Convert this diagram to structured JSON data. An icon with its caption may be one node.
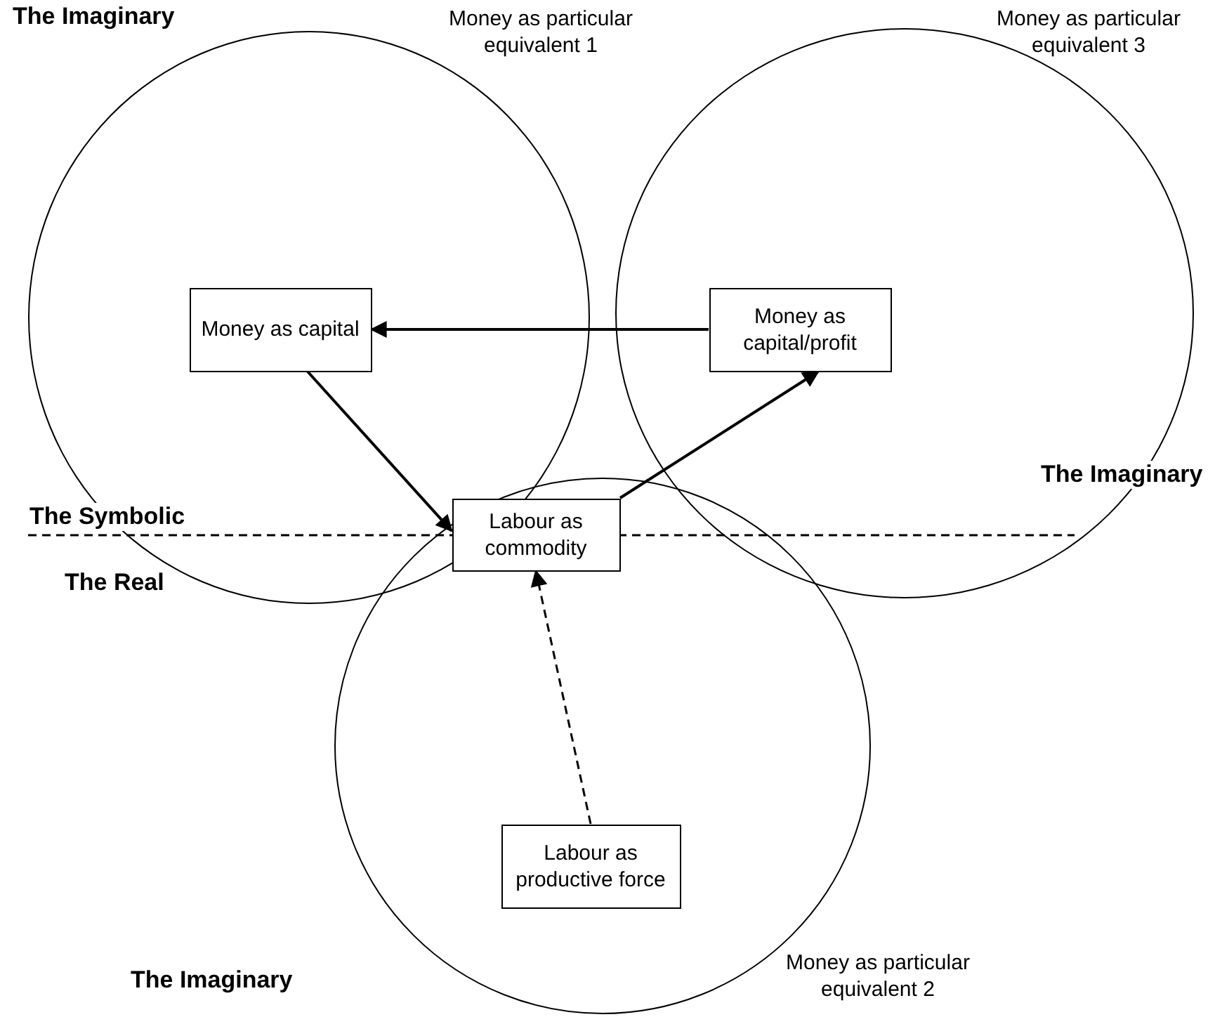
{
  "diagram": {
    "nodes": [
      {
        "text": [],
        "shape": "circle",
        "beside": [
          "Money as particular equivalent 1"
        ]
      },
      {
        "text": [
          "Money as capital"
        ],
        "in": 0
      },
      {
        "text": [],
        "shape": "circle",
        "beside": [
          "Money as particular equivalent 3"
        ]
      },
      {
        "text": [
          "Money as capital/profit"
        ],
        "in": 2
      },
      {
        "text": [],
        "shape": "circle",
        "beside": [
          "Money as particular equivalent 2"
        ]
      },
      {
        "text": [
          "Labour as commodity"
        ],
        "in": 4
      },
      {
        "text": [
          "Labour as productive force"
        ],
        "in": 4
      }
    ],
    "edges": [
      {
        "from": 3,
        "to": 1,
        "arrow": "to"
      },
      {
        "from": 1,
        "to": 5,
        "arrow": "to"
      },
      {
        "from": 5,
        "to": 3,
        "arrow": "to"
      },
      {
        "from": 6,
        "to": 5,
        "arrow": "to",
        "style": "dashed"
      }
    ],
    "labels": [
      "The Imaginary",
      "The Imaginary",
      "The Symbolic",
      "The Real",
      "The Imaginary"
    ]
  }
}
